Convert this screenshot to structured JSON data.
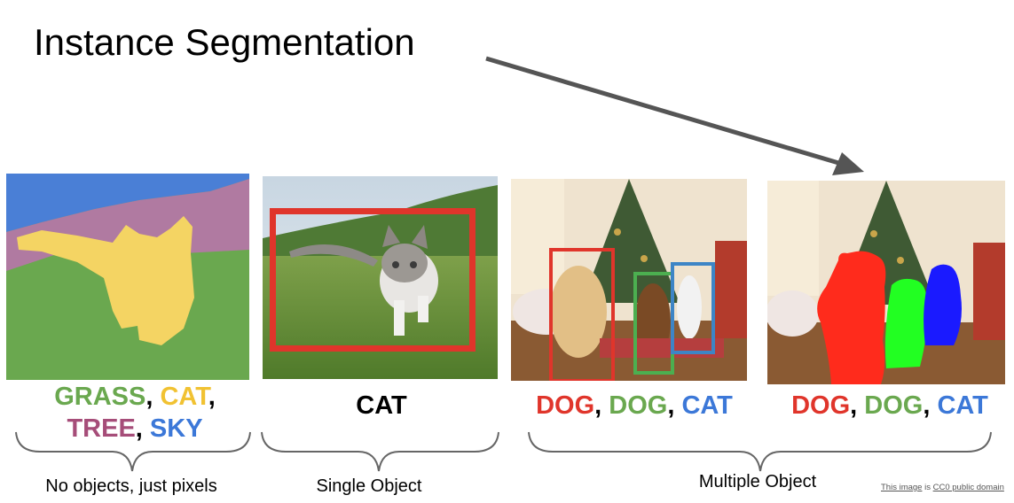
{
  "title": "Instance Segmentation",
  "colors": {
    "grass": "#6aa84f",
    "cat": "#f1c232",
    "tree": "#a64d79",
    "sky": "#3c78d8",
    "dog_red": "#e0352b",
    "dog_green": "#6aa84f",
    "cat_blue": "#3c78d8",
    "box_red": "#e0352b",
    "box_green": "#4caf50",
    "box_blue": "#3d85c6",
    "mask_red": "#ff2b1c",
    "mask_green": "#22ff22",
    "mask_blue": "#1a1aff"
  },
  "semantic": {
    "grass": "GRASS",
    "sep1": ", ",
    "cat": "CAT",
    "sep2": ",",
    "tree": "TREE",
    "sep3": ", ",
    "sky": "SKY"
  },
  "classification": {
    "cat": "CAT"
  },
  "detection": {
    "dog1": "DOG",
    "sep1": ", ",
    "dog2": "DOG",
    "sep2": ", ",
    "cat": "CAT"
  },
  "instance": {
    "dog1": "DOG",
    "sep1": ", ",
    "dog2": "DOG",
    "sep2": ", ",
    "cat": "CAT"
  },
  "groups": {
    "no_objects": "No objects, just pixels",
    "single": "Single Object",
    "multiple": "Multiple Object"
  },
  "credit": {
    "pre": "This image",
    "mid": " is ",
    "link": "CC0 public domain"
  }
}
